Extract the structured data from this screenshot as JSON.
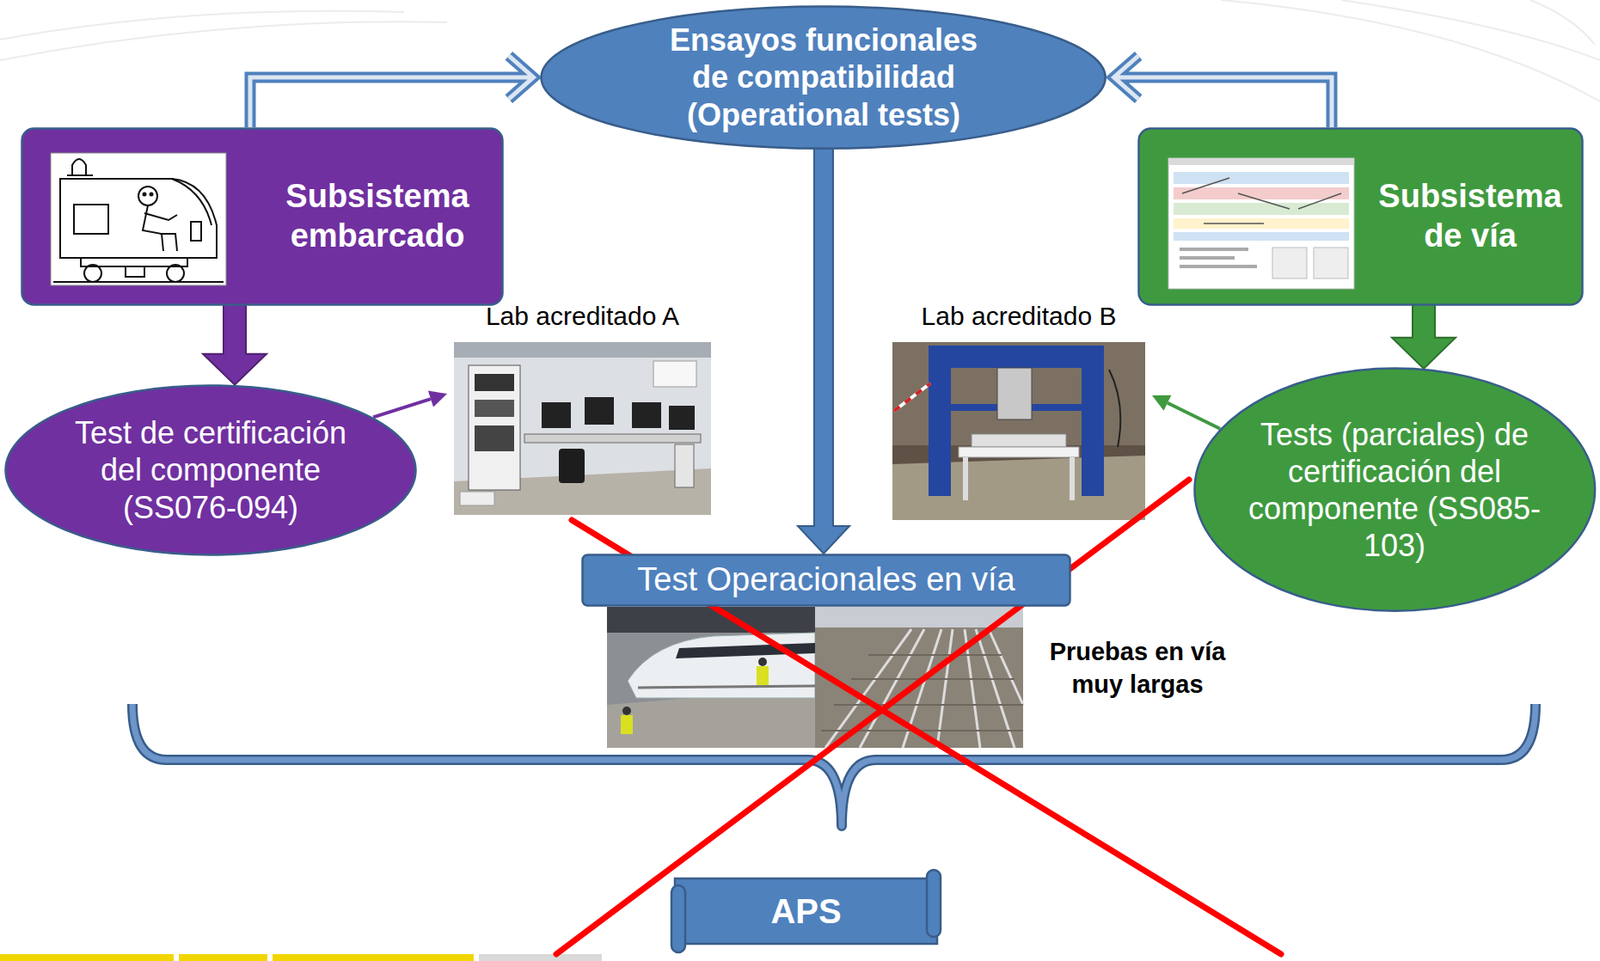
{
  "diagram": {
    "nodes": [
      {
        "text": [
          "Ensayos funcionales de compatibilidad (Operational tests)"
        ]
      },
      {
        "text": [
          "Subsistema embarcado"
        ]
      },
      {
        "text": [
          "Subsistema de vía"
        ]
      },
      {
        "text": [
          "Lab acreditado A"
        ]
      },
      {
        "text": [
          "Lab acreditado B"
        ]
      },
      {
        "text": [
          "Test de certificación del componente (SS076-094)"
        ]
      },
      {
        "text": [
          "Tests (parciales) de certificación del componente (SS085-103)"
        ]
      },
      {
        "text": [
          "Test Operacionales en vía"
        ]
      },
      {
        "text": [
          "APS"
        ]
      }
    ],
    "edges": [
      {
        "from": 1,
        "to": 0,
        "arrow": "to"
      },
      {
        "from": 2,
        "to": 0,
        "arrow": "to"
      },
      {
        "from": 0,
        "to": 7,
        "arrow": "to"
      },
      {
        "from": 1,
        "to": 5,
        "arrow": "to"
      },
      {
        "from": 2,
        "to": 6,
        "arrow": "to"
      },
      {
        "from": 5,
        "to": 3,
        "arrow": "to"
      },
      {
        "from": 6,
        "to": 4,
        "arrow": "to"
      }
    ],
    "labels": [
      "Pruebas en vía muy largas"
    ]
  }
}
